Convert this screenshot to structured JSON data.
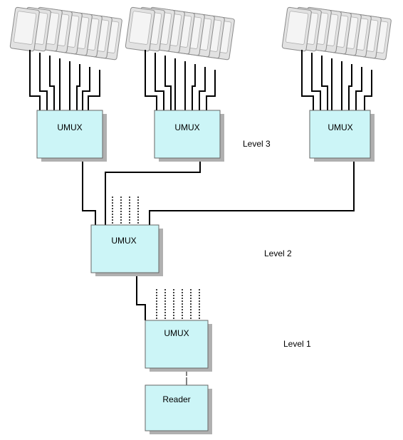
{
  "nodes": {
    "umux_l3_left": "UMUX",
    "umux_l3_mid": "UMUX",
    "umux_l3_right": "UMUX",
    "umux_l2": "UMUX",
    "umux_l1": "UMUX",
    "reader": "Reader"
  },
  "levels": {
    "level3": "Level 3",
    "level2": "Level 2",
    "level1": "Level 1"
  },
  "colors": {
    "box_fill": "#ccf5f7",
    "wire": "#000000",
    "card_fill": "#e2e2e2"
  }
}
